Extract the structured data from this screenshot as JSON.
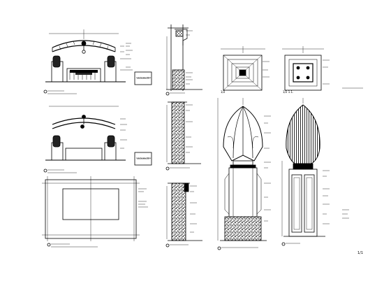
{
  "drawing": {
    "page_number": "1/1",
    "labels": {
      "plan_1": "1/2",
      "plan_2": "1/2 1.1.",
      "note_1": "1/4 Scale Title",
      "note_2": "1/4 Scale Title"
    },
    "colors": {
      "line": "#000000",
      "background": "#ffffff",
      "hatch": "#333333"
    }
  }
}
